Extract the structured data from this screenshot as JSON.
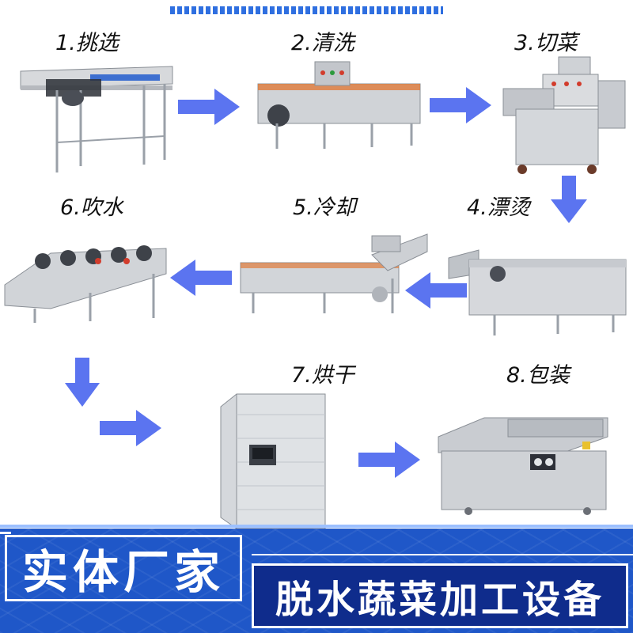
{
  "steps": [
    {
      "label": "1.挑选"
    },
    {
      "label": "2.清洗"
    },
    {
      "label": "3.切菜"
    },
    {
      "label": "4.漂烫"
    },
    {
      "label": "5.冷却"
    },
    {
      "label": "6.吹水"
    },
    {
      "label": "7.烘干"
    },
    {
      "label": "8.包装"
    }
  ],
  "banner": {
    "factory_text": "实体厂家",
    "title_text": "脱水蔬菜加工设备"
  },
  "colors": {
    "arrow": "#5b74f0",
    "banner": "#1f57c8",
    "title_box": "#0f2c8c",
    "steel": "#c9ccd1"
  },
  "icons": {
    "flow_arrow": "right-arrow-icon",
    "flow_arrow_left": "left-arrow-icon",
    "flow_arrow_down": "down-arrow-icon"
  }
}
